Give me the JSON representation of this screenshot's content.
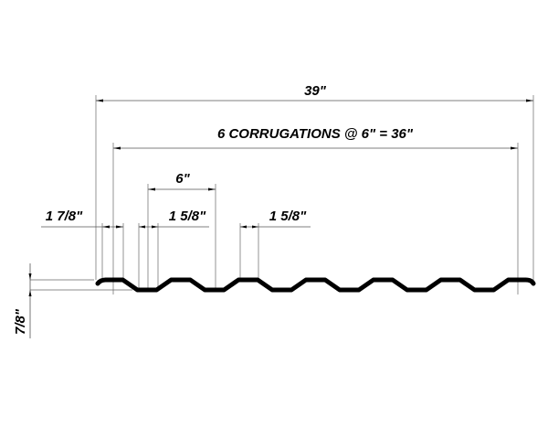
{
  "drawing": {
    "overall_width_label": "39\"",
    "corrugation_label": "6 CORRUGATIONS @ 6\" = 36\"",
    "pitch_label": "6\"",
    "end_crest_label": "1 7/8\"",
    "valley_flat_label": "1 5/8\"",
    "crest_flat_label": "1 5/8\"",
    "depth_label": "7/8\"",
    "corrugation_count": 6,
    "line_color": "#000000"
  }
}
